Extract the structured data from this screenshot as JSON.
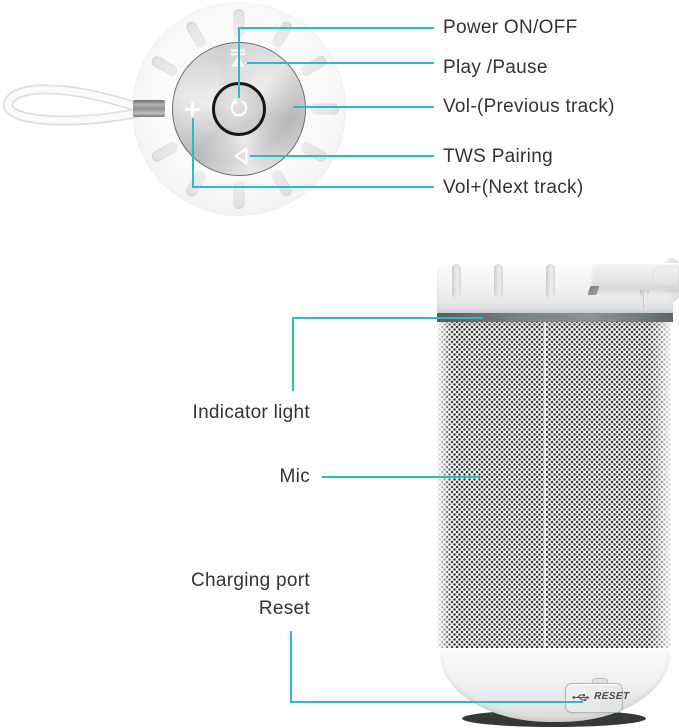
{
  "image_type": "bluetooth speaker product callout diagram",
  "colors": {
    "callout_line": "#2fb9c6",
    "label_text": "#333333",
    "indicator_band": "#6a7175",
    "background": "#ffffff"
  },
  "top_view": {
    "name": "speaker top control dial with lanyard",
    "callouts": [
      {
        "icon": "power-icon",
        "label": "Power ON/OFF"
      },
      {
        "icon": "play-pause-icon",
        "label": "Play /Pause"
      },
      {
        "icon": "vol-minus-icon",
        "label": "Vol-(Previous track)"
      },
      {
        "icon": "tws-pairing-icon",
        "label": "TWS Pairing"
      },
      {
        "icon": "vol-plus-icon",
        "label": "Vol+(Next track)"
      }
    ]
  },
  "side_view": {
    "name": "speaker body side view",
    "callouts": [
      {
        "target": "indicator-band",
        "label": "Indicator light"
      },
      {
        "target": "mic-seam",
        "label": "Mic"
      },
      {
        "target": "port-panel",
        "label": "Charging port"
      },
      {
        "target": "port-panel",
        "label": "Reset"
      }
    ],
    "port_panel": {
      "icon": "usb-icon",
      "text": "RESET"
    }
  }
}
